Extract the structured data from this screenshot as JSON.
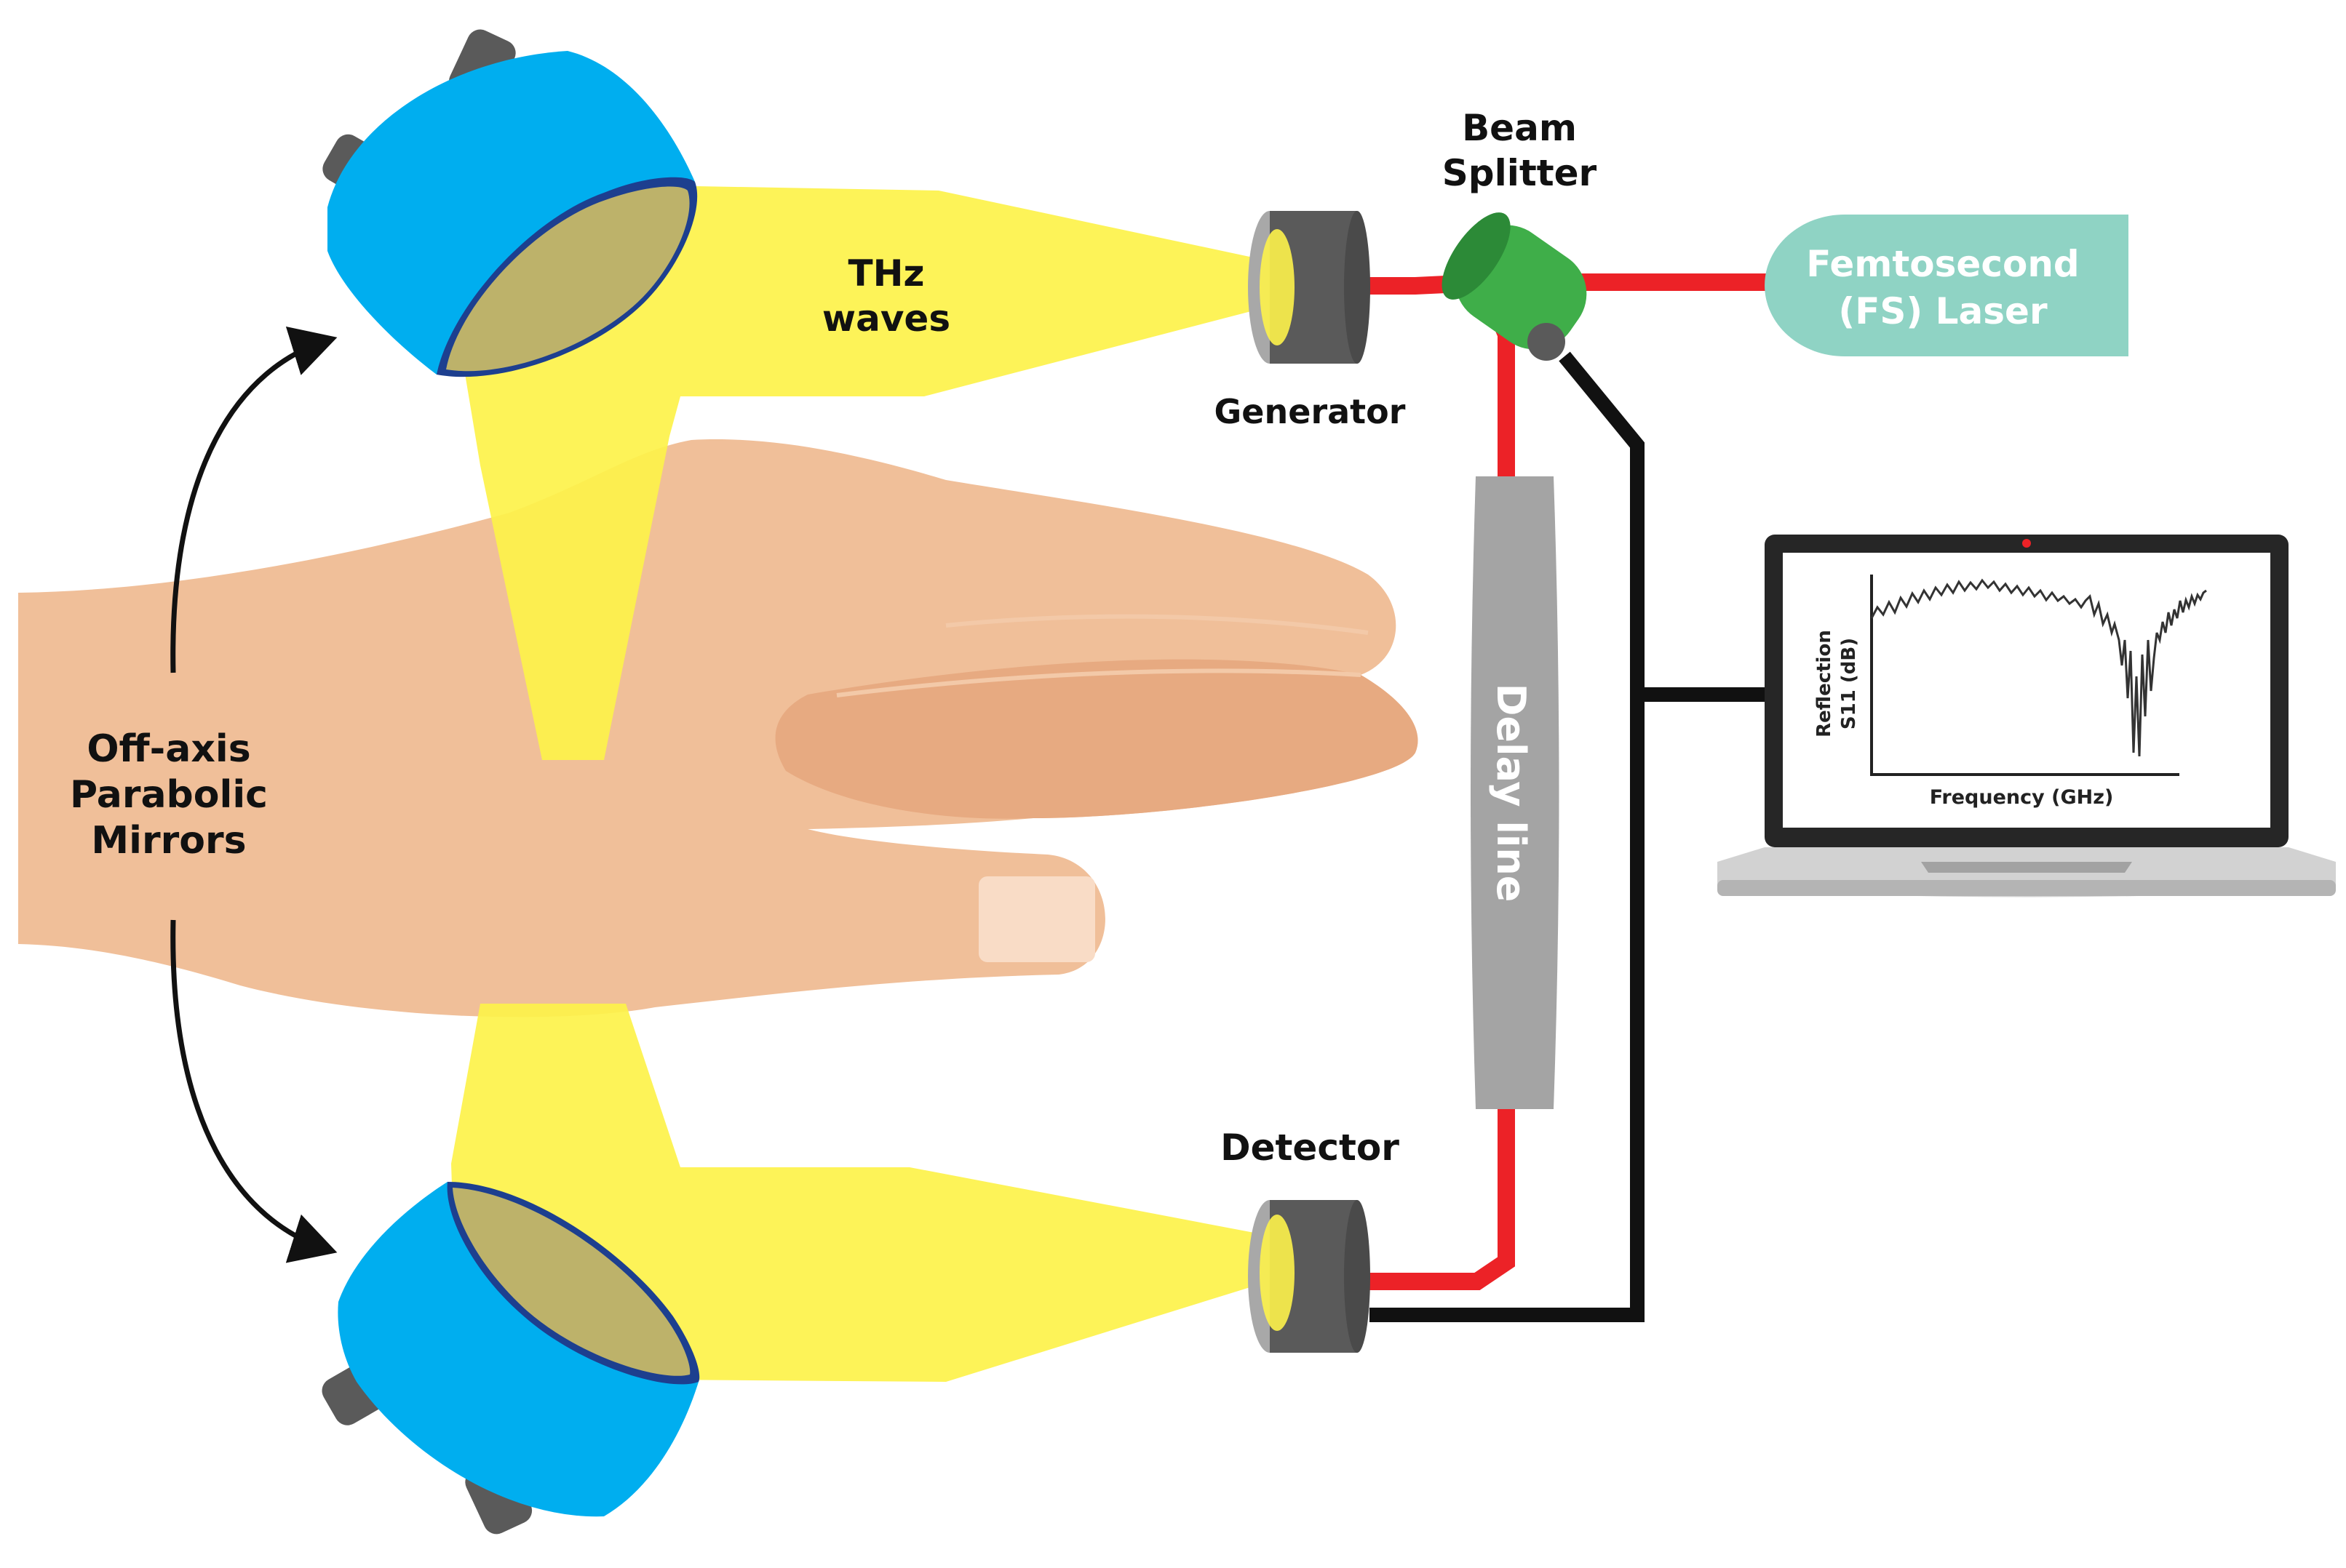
{
  "labels": {
    "thz_line1": "THz",
    "thz_line2": "waves",
    "generator": "Generator",
    "detector": "Detector",
    "beam_splitter_line1": "Beam",
    "beam_splitter_line2": "Splitter",
    "laser_line1": "Femtosecond",
    "laser_line2": "(FS) Laser",
    "delay_line": "Delay line",
    "mirrors_line1": "Off-axis",
    "mirrors_line2": "Parabolic",
    "mirrors_line3": "Mirrors"
  },
  "plot": {
    "xlabel": "Frequency (GHz)",
    "ylabel_line1": "Reflection",
    "ylabel_line2": "S11 (dB)"
  },
  "colors": {
    "thz_beam": "#fdf24a",
    "laser_beam": "#ec2227",
    "signal_cable": "#111111",
    "mirror_blue": "#00aeef",
    "mirror_edge": "#1d3f8f",
    "mirror_face": "#bdb26a",
    "knob_gray": "#5a5a5a",
    "beam_splitter_green": "#3fae49",
    "laser_box_teal": "#8fd3c4",
    "delay_line_gray": "#a4a4a4",
    "skin": "#f0bf99",
    "skin_shadow": "#e7aa81",
    "laptop_body": "#d2d2d2"
  }
}
